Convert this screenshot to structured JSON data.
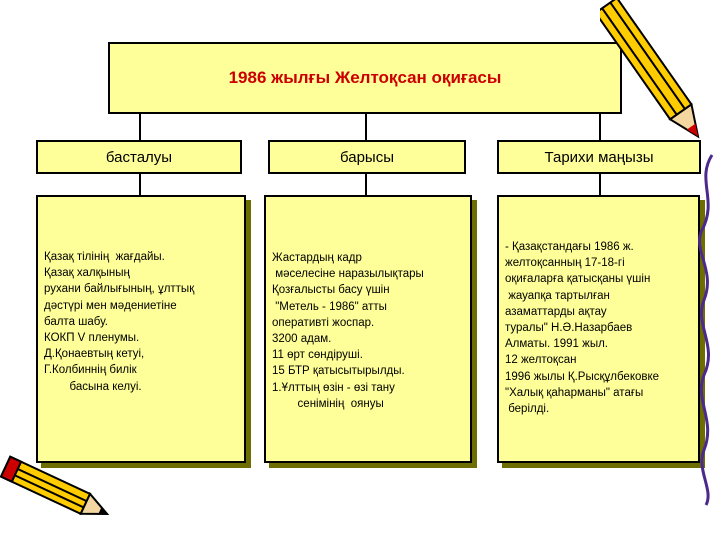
{
  "diagram": {
    "title": "1986 жылғы Желтоқсан оқиғасы",
    "columns": [
      {
        "heading": "басталуы",
        "lines": [
          "Қазақ тілінің  жағдайы.",
          "Қазақ халқының",
          "рухани байлығының, ұлттық",
          "дәстүрі мен мәдениетіне",
          "балта шабу.",
          "КОКП V пленумы.",
          "Д.Қонаевтың кетуі,",
          "Г.Колбиннің билік",
          "        басына келуі."
        ]
      },
      {
        "heading": "барысы",
        "lines": [
          "Жастардың кадр",
          " мәселесіне наразылықтары",
          "Қозғалысты басу үшін",
          " \"Метель - 1986\" атты",
          "оперативті жоспар.",
          "3200 адам.",
          "11 өрт сөндіруші.",
          "15 БТР қатысытырылды.",
          "1.Ұлттың өзін - өзі тану",
          "        сенімінің  оянуы"
        ]
      },
      {
        "heading": "Тарихи маңызы",
        "lines": [
          "- Қазақстандағы 1986 ж.",
          "желтоқсанның 17-18-гі",
          "оқиғаларға қатысқаны үшін",
          " жауапқа тартылған",
          "азаматтарды ақтау",
          "туралы\" Н.Ә.Назарбаев",
          "Алматы. 1991 жыл.",
          "12 желтоқсан",
          "1996 жылы Қ.Рысқұлбековке",
          "\"Халық қаһарманы\" атағы",
          " берілді."
        ]
      }
    ]
  },
  "decorations": {
    "pencil_colors": {
      "body": "#ffcc00",
      "stripe": "#000000",
      "tip": "#cc0000",
      "wood": "#f4d6a0"
    },
    "accent_color": "#cc0000",
    "panel_color": "#ffff99",
    "icons": [
      "pencil-icon-top-right",
      "pencil-icon-bottom-left",
      "purple-swirl-decoration"
    ]
  }
}
